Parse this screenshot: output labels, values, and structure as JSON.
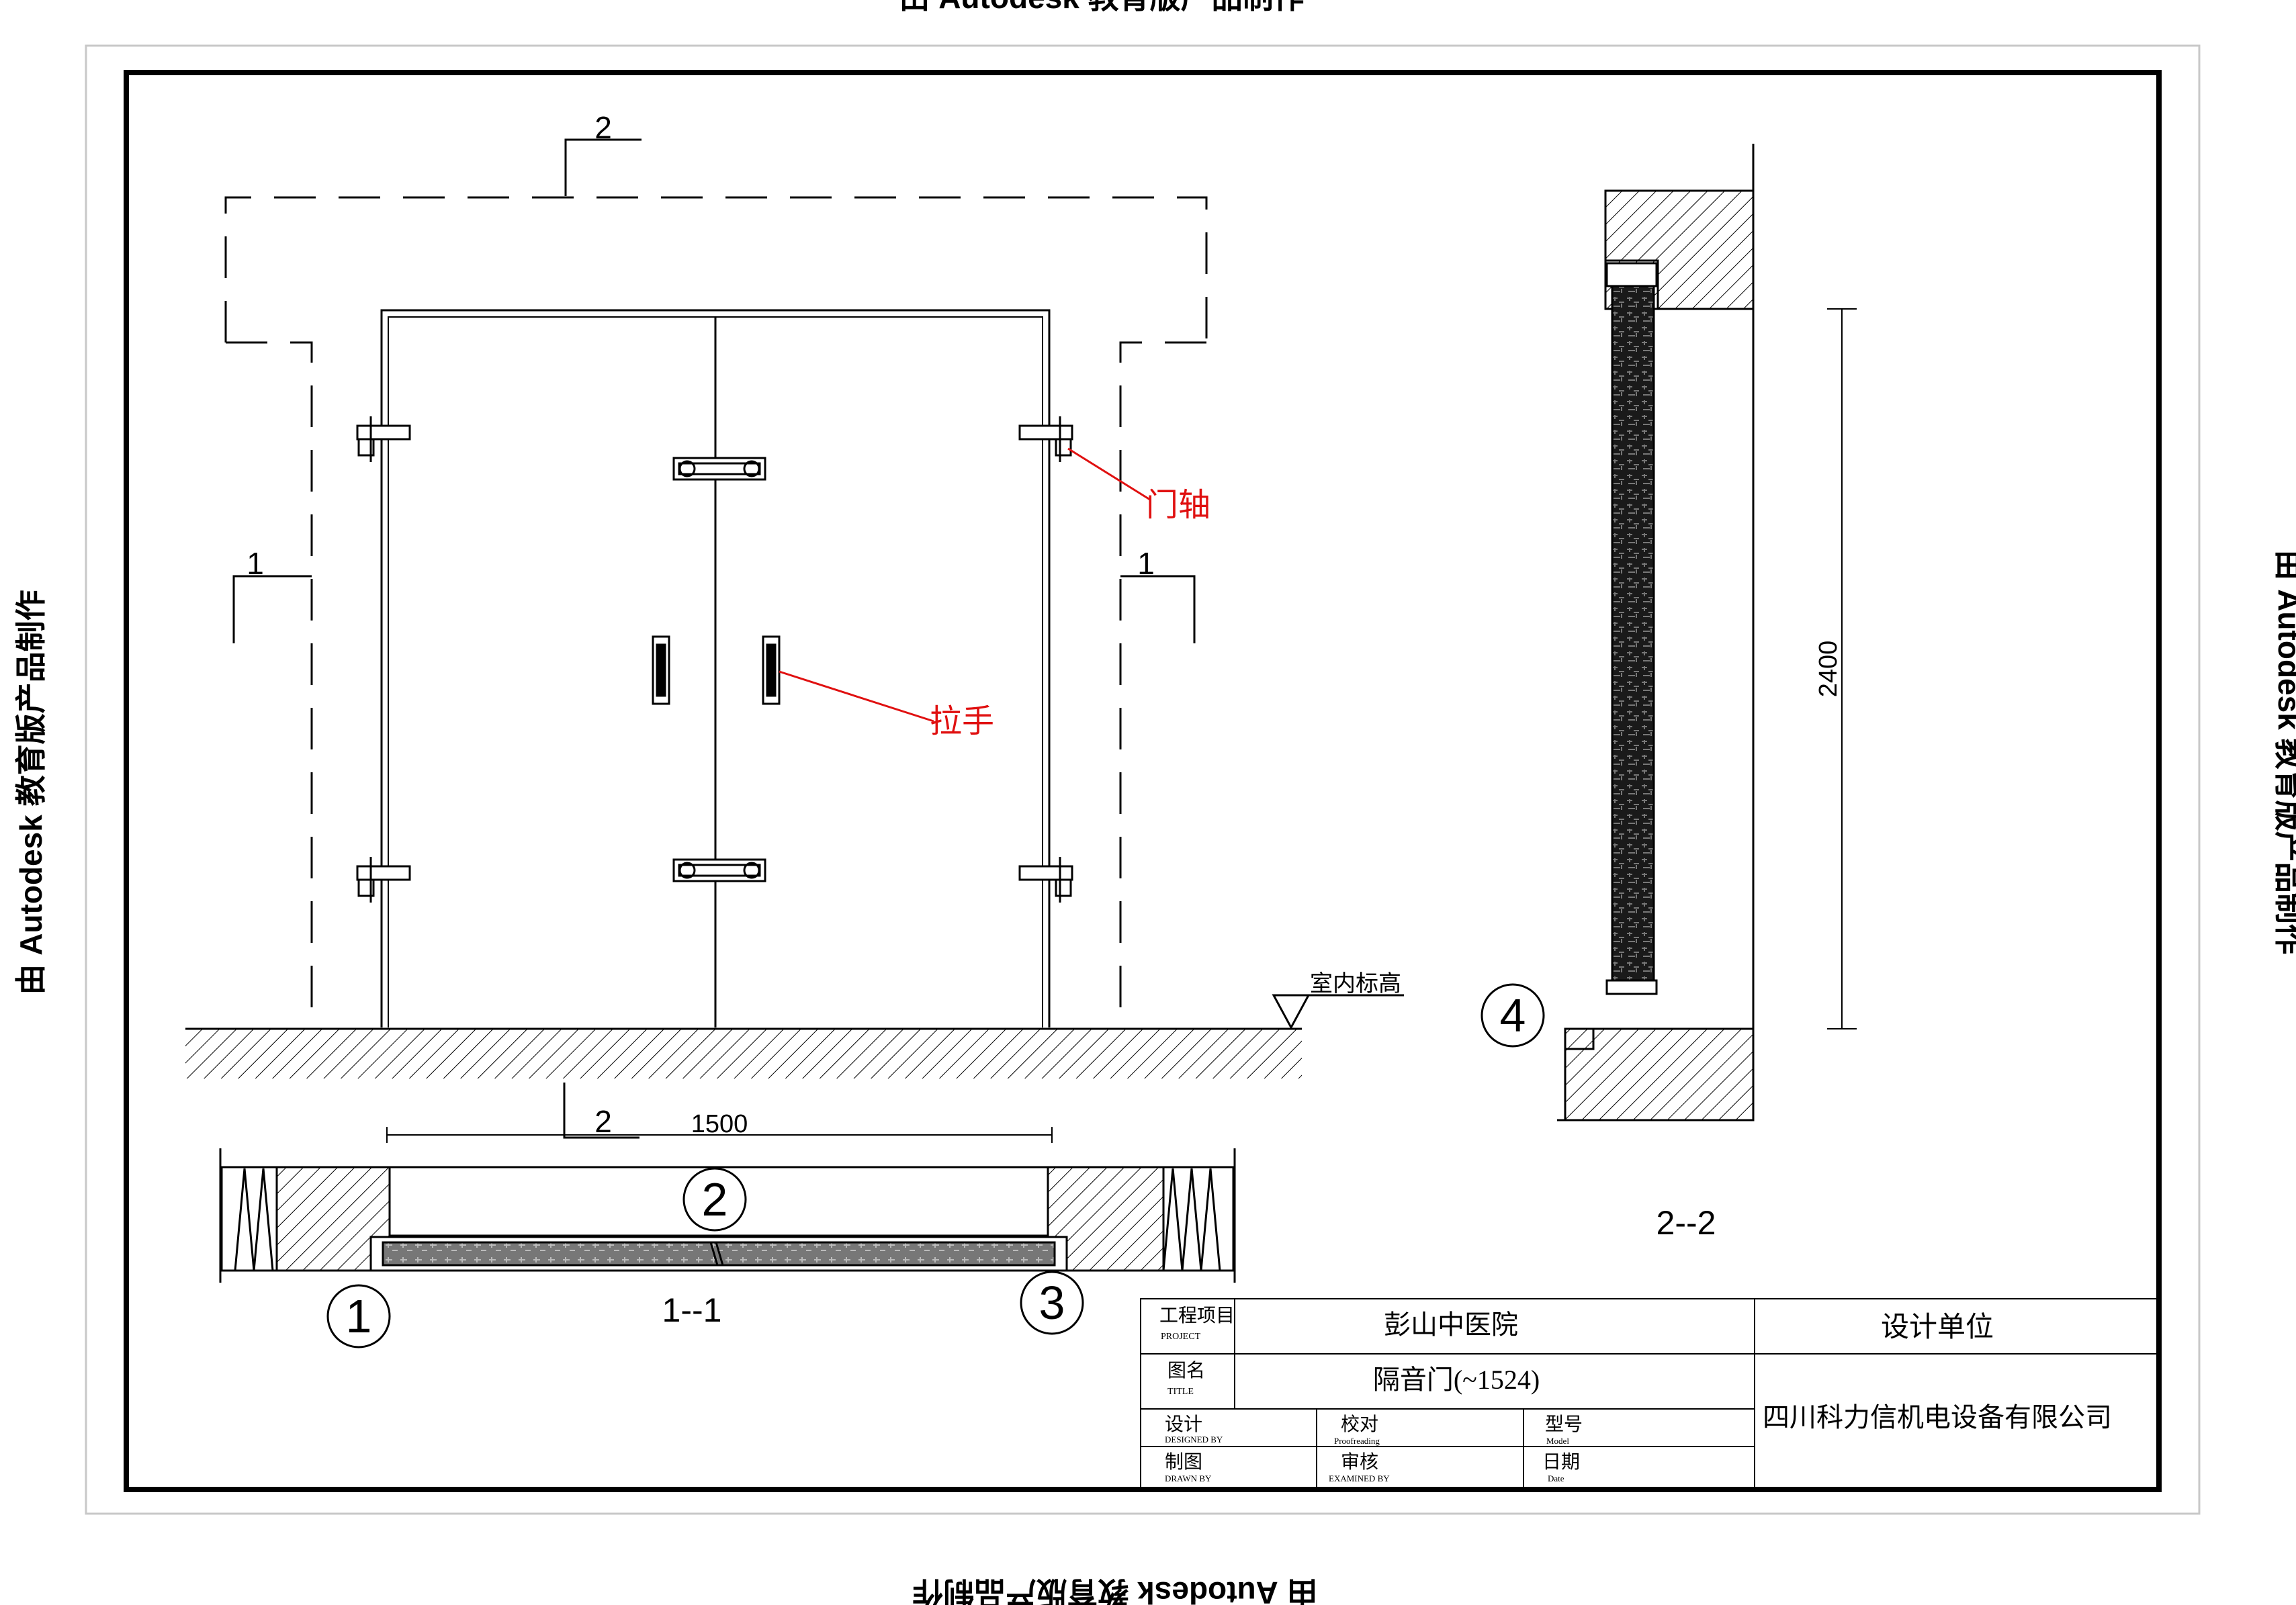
{
  "watermark": {
    "top": "由 Autodesk 教育版产品制作",
    "left": "由 Autodesk 教育版产品制作",
    "right": "由 Autodesk 教育版产品制作",
    "bottom": "由 Autodesk 教育版产品制作"
  },
  "elevation": {
    "section_mark_top": "2",
    "section_mark_left": "1",
    "section_mark_right": "1",
    "callout_hinge": "门轴",
    "callout_handle": "拉手",
    "floor_level": "室内标高"
  },
  "plan": {
    "section_mark": "2",
    "width_dim": "1500",
    "detail_2": "2",
    "detail_1": "1",
    "detail_3": "3",
    "caption": "1--1"
  },
  "section": {
    "height_dim": "2400",
    "detail_4": "4",
    "caption": "2--2"
  },
  "title_block": {
    "project_label": "工程项目",
    "project_label_en": "PROJECT",
    "project_value": "彭山中医院",
    "title_label": "图名",
    "title_label_en": "TITLE",
    "title_value": "隔音门(~1524)",
    "design_unit_label": "设计单位",
    "design_unit_value": "四川科力信机电设备有限公司",
    "designed_label": "设计",
    "designed_label_en": "DESIGNED BY",
    "proof_label": "校对",
    "proof_label_en": "Proofreading",
    "model_label": "型号",
    "model_label_en": "Model",
    "drawn_label": "制图",
    "drawn_label_en": "DRAWN BY",
    "examined_label": "审核",
    "examined_label_en": "EXAMINED BY",
    "date_label": "日期",
    "date_label_en": "Date"
  },
  "colors": {
    "line": "#000000",
    "callout": "#e01010",
    "outer_frame": "#c8c8c8"
  }
}
